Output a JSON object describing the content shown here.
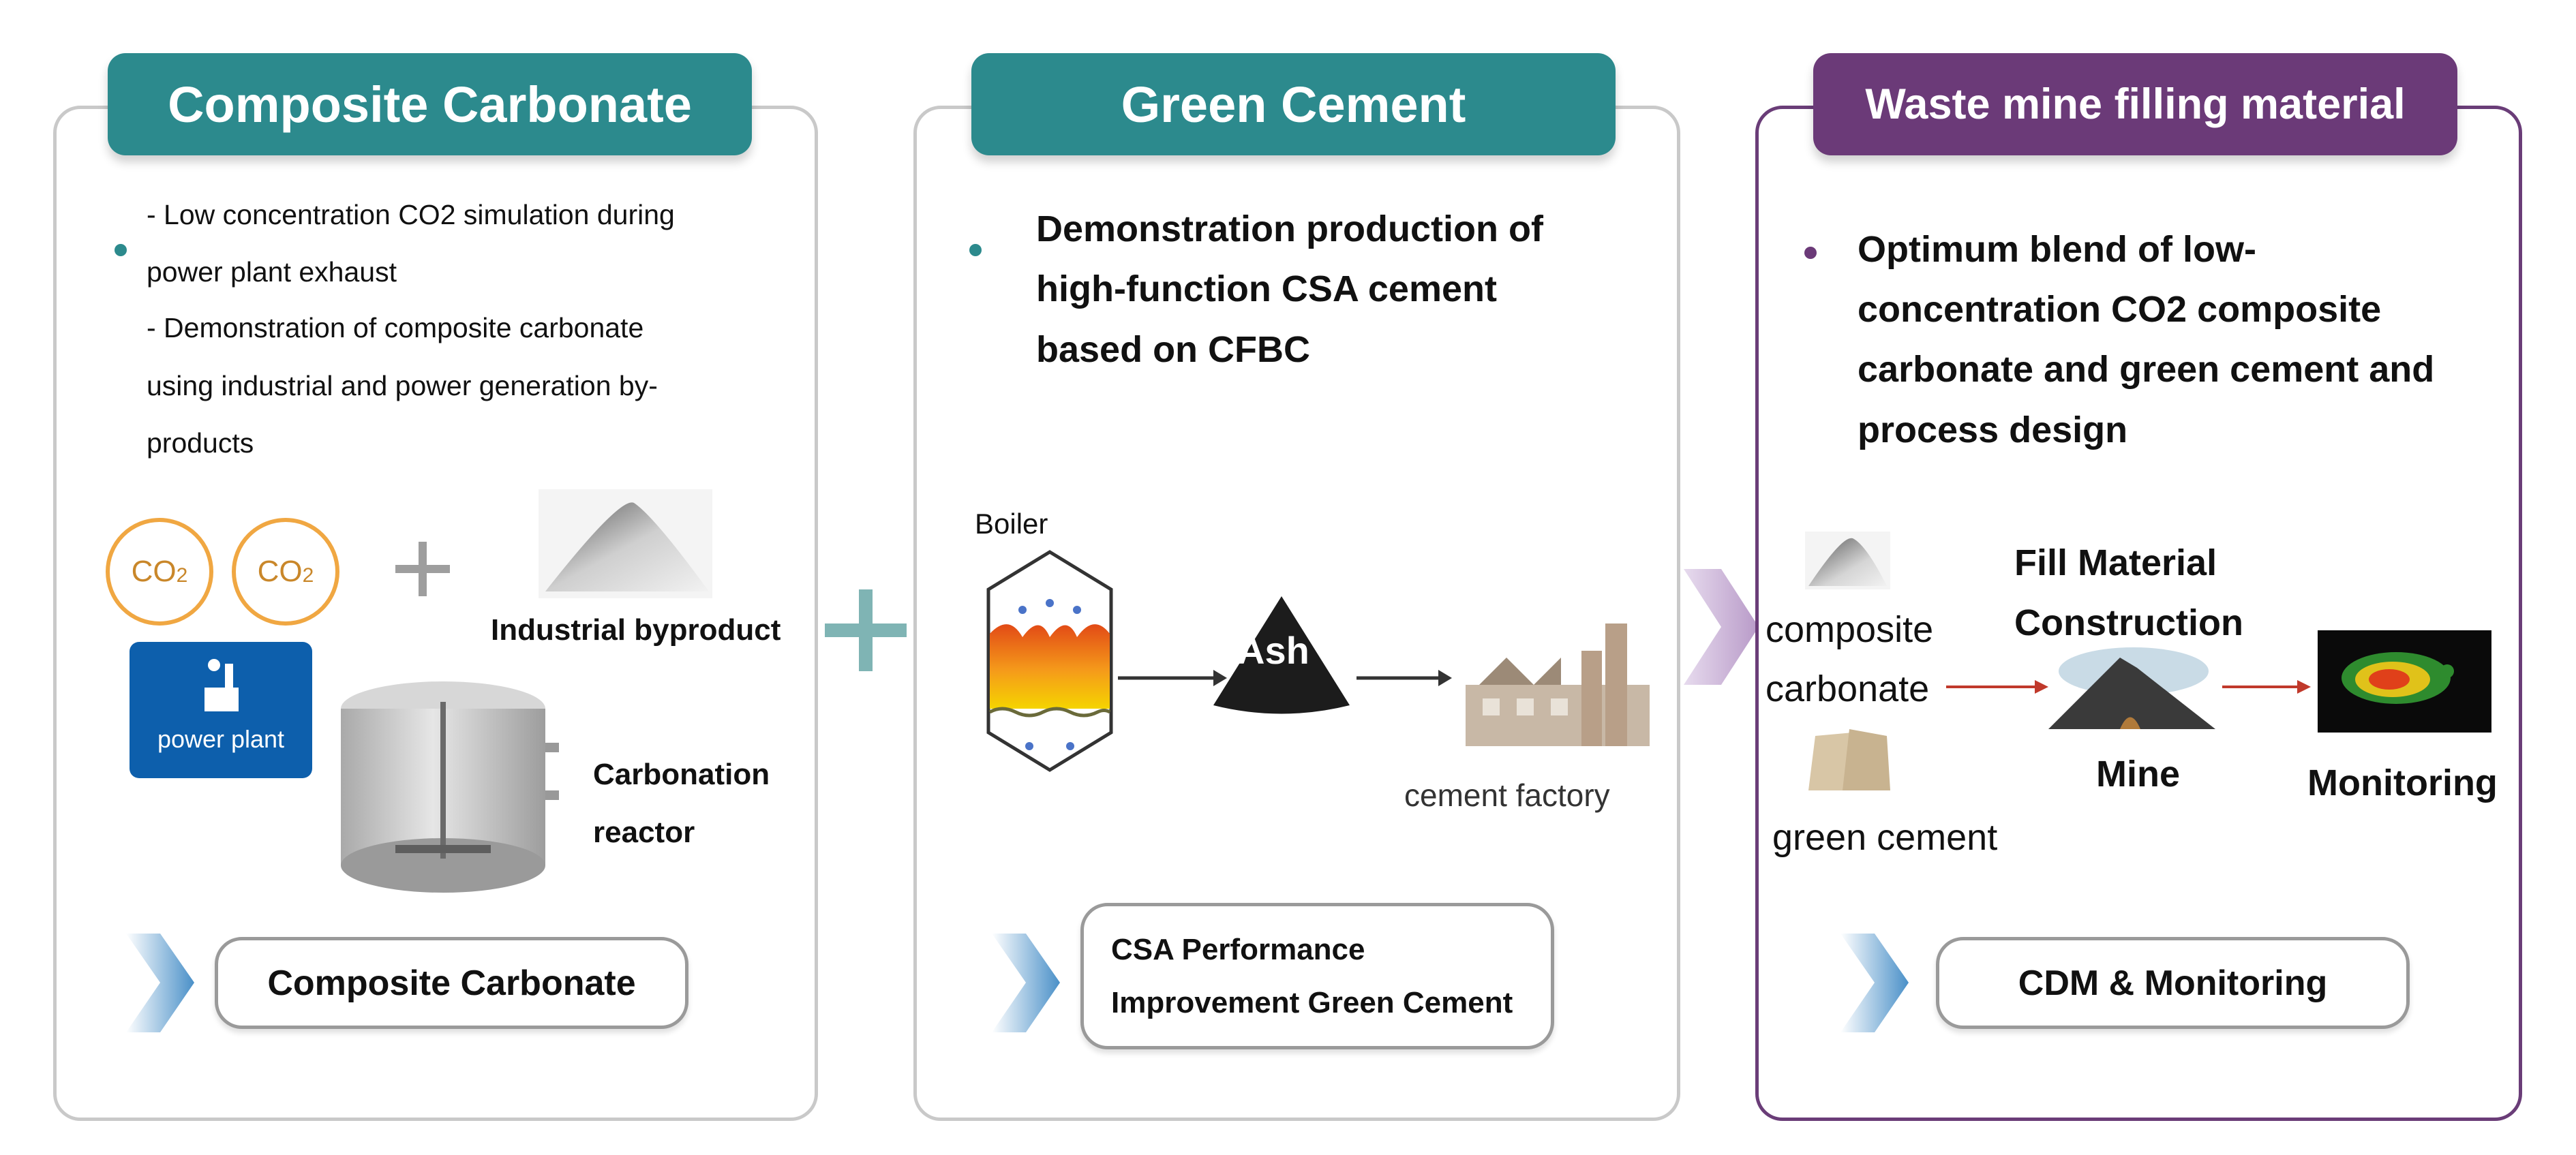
{
  "panel1": {
    "title": "Composite Carbonate",
    "lines": [
      "- Low concentration CO2 simulation during",
      "power plant exhaust",
      "- Demonstration of composite carbonate",
      "using industrial and power generation by-",
      "products"
    ],
    "co2_a": "CO",
    "co2_b": "CO",
    "co2_sub": "2",
    "powerplant_label": "power plant",
    "byproduct_label": "Industrial byproduct",
    "reactor_label_1": "Carbonation",
    "reactor_label_2": "reactor",
    "output": "Composite Carbonate"
  },
  "panel2": {
    "title": "Green Cement",
    "lines": [
      "Demonstration production of",
      "high-function CSA cement",
      "based on CFBC"
    ],
    "boiler_label": "Boiler",
    "ash_label": "Ash",
    "factory_label": "cement factory",
    "output_1": "CSA Performance",
    "output_2": "Improvement Green Cement"
  },
  "panel3": {
    "title": "Waste mine filling material",
    "lines": [
      "Optimum blend of low-",
      "concentration CO2 composite",
      "carbonate and green cement and",
      "process design"
    ],
    "composite_1": "composite",
    "composite_2": "carbonate",
    "green_cement": "green cement",
    "fill_1": "Fill Material",
    "fill_2": "Construction",
    "mine": "Mine",
    "monitoring": "Monitoring",
    "output": "CDM & Monitoring"
  },
  "colors": {
    "teal": "#2c8a8d",
    "purple": "#6b3a78",
    "co2_orange": "#f0a742",
    "power_blue": "#0d5fac",
    "arrow_blue": "#4a90c8"
  }
}
